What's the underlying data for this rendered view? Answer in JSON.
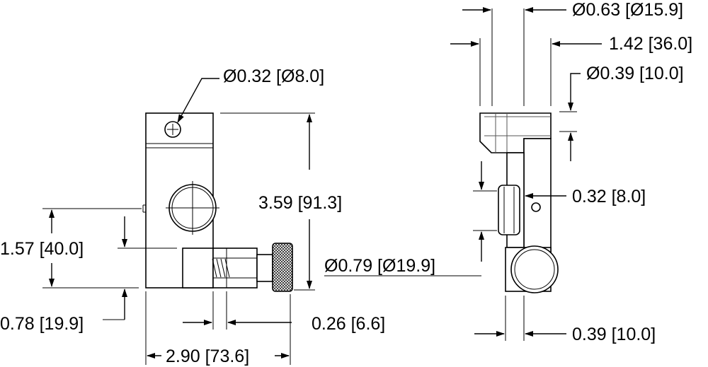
{
  "dimensions": {
    "hole_diameter": "Ø0.32 [Ø8.0]",
    "overall_height": "3.59 [91.3]",
    "height_to_center": "1.57 [40.0]",
    "bottom_offset": "0.78 [19.9]",
    "overall_width": "2.90 [73.6]",
    "knob_thickness": "0.26 [6.6]",
    "rod_diameter": "Ø0.63 [Ø15.9]",
    "side_width": "1.42 [36.0]",
    "clamp_thickness": "Ø0.39 [10.0]",
    "slot_width": "0.32 [8.0]",
    "knob_diameter": "Ø0.79 [Ø19.9]",
    "post_width": "0.39 [10.0]"
  }
}
